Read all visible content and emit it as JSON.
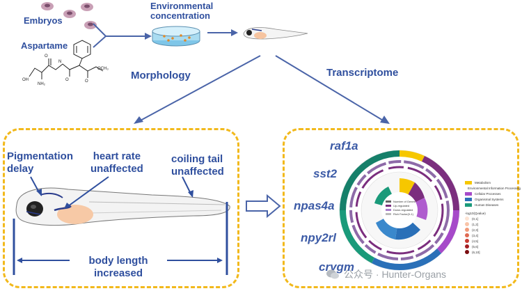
{
  "labels": {
    "embryos": "Embryos",
    "aspartame": "Aspartame",
    "environmental": "Environmental",
    "concentration": "concentration",
    "morphology": "Morphology",
    "transcriptome": "Transcriptome",
    "pigmentation_1": "Pigmentation",
    "pigmentation_2": "delay",
    "heart_1": "heart rate",
    "heart_2": "unaffected",
    "coiling_1": "coiling tail",
    "coiling_2": "unaffected",
    "body_1": "body length",
    "body_2": "increased"
  },
  "genes": [
    "raf1a",
    "sst2",
    "npas4a",
    "npy2rl",
    "crygm"
  ],
  "circos": {
    "legend": [
      "Metabolism",
      "Environmental Information Processing",
      "Cellular Processes",
      "Organismal Systems",
      "Human Diseases"
    ],
    "legend_colors": [
      "#f6c700",
      "#7b2e7e",
      "#a64ac9",
      "#2a70b8",
      "#1a9a7a"
    ],
    "pvalue_title": "-log10(Qvalue)",
    "pvalue_items": [
      "(0,1]",
      "(1,2]",
      "(2,3]",
      "(3,4]",
      "(4,5]",
      "(5,6]",
      "(6,10]"
    ],
    "pvalue_colors": [
      "#fde4d4",
      "#f9c4a8",
      "#f09a7a",
      "#e06a52",
      "#c83a32",
      "#a41e22",
      "#7a0c10"
    ],
    "center_legend": [
      "Number of Genes",
      "Up-regulated",
      "Down-regulated",
      "Rich Factor(0-1)"
    ]
  },
  "watermark": "公众号 · Hunter-Organs",
  "colors": {
    "accent": "#2f4f9e",
    "panel_border": "#f2b91c",
    "arrow": "#4a64a8"
  }
}
